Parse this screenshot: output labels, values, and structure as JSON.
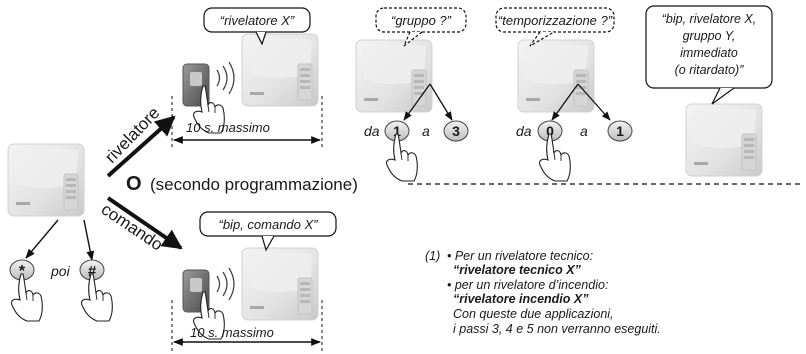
{
  "branches": {
    "detector_label": "rivelatore",
    "command_label": "comando",
    "or_text": "(secondo programmazione)",
    "or_letter": "O"
  },
  "bubbles": {
    "detector_name": "“rivelatore X”",
    "group": "“gruppo ?”",
    "timing": "“temporizzazione ?”",
    "summary": [
      "“bip, rivelatore X,",
      "gruppo Y,",
      "immediato",
      "(o ritardato)”"
    ],
    "command": "“bip, comando X”"
  },
  "keys": {
    "star": "*",
    "hash": "#",
    "poi": "poi",
    "group_from": "1",
    "group_to": "3",
    "timing_from": "0",
    "timing_to": "1",
    "da": "da",
    "a": "a"
  },
  "timer": {
    "top": "10 s. massimo",
    "bottom": "10 s. massimo"
  },
  "note": {
    "marker": "(1)",
    "lines": [
      "• Per un rivelatore tecnico:",
      "“rivelatore tecnico X”",
      "• per un rivelatore d’incendio:",
      "“rivelatore incendio X”",
      "Con queste due applicazioni,",
      "i passi 3, 4 e 5 non verranno eseguiti."
    ]
  }
}
